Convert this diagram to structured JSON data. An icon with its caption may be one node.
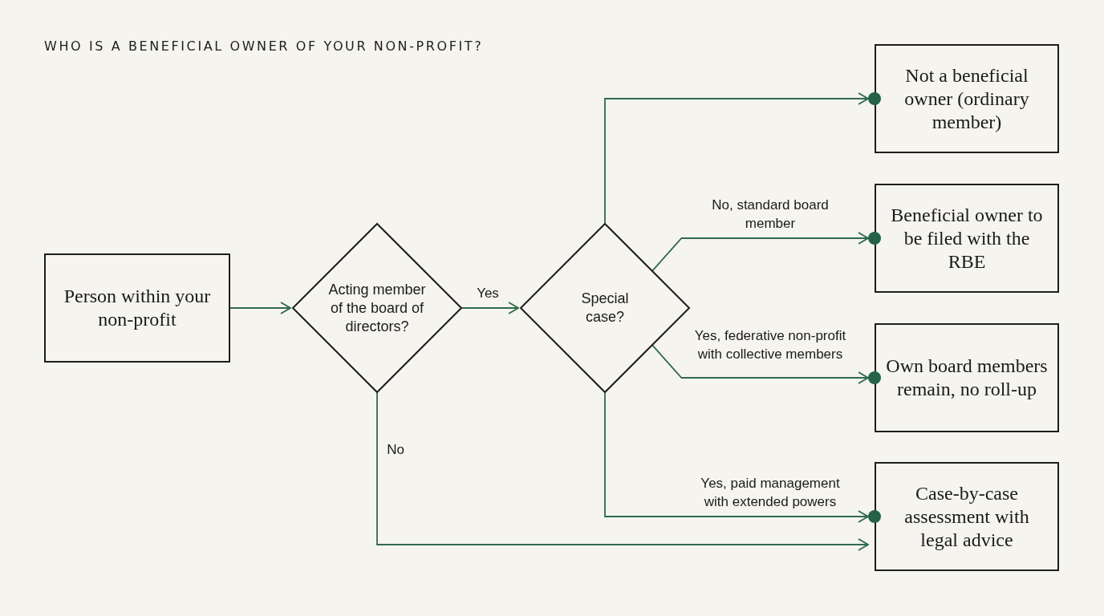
{
  "diagram": {
    "title": "WHO IS A BENEFICIAL OWNER OF YOUR NON-PROFIT?",
    "nodes": [
      {
        "text": [
          "Person within your non-profit"
        ]
      },
      {
        "text": [
          "Acting member of the board of directors?"
        ]
      },
      {
        "text": [
          "Special case?"
        ]
      },
      {
        "text": [
          "Not a beneficial owner (ordinary member)"
        ]
      },
      {
        "text": [
          "Beneficial owner to be filed with the RBE"
        ]
      },
      {
        "text": [
          "Own board members remain, no roll-up"
        ]
      },
      {
        "text": [
          "Case-by-case assessment with legal advice"
        ]
      }
    ],
    "edges": [
      {
        "from": 0,
        "to": 1,
        "arrow": "to"
      },
      {
        "from": 1,
        "to": 2,
        "arrow": "to",
        "label": "Yes"
      },
      {
        "from": 2,
        "to": 3,
        "arrow": "to"
      },
      {
        "from": 2,
        "to": 4,
        "arrow": "to",
        "label": "No, standard board member"
      },
      {
        "from": 2,
        "to": 5,
        "arrow": "to",
        "label": "Yes, federative non-profit with collective members"
      },
      {
        "from": 2,
        "to": 6,
        "arrow": "to",
        "label": "Yes, paid management with extended powers"
      },
      {
        "from": 1,
        "to": 6,
        "arrow": "to",
        "label": "No"
      }
    ]
  }
}
